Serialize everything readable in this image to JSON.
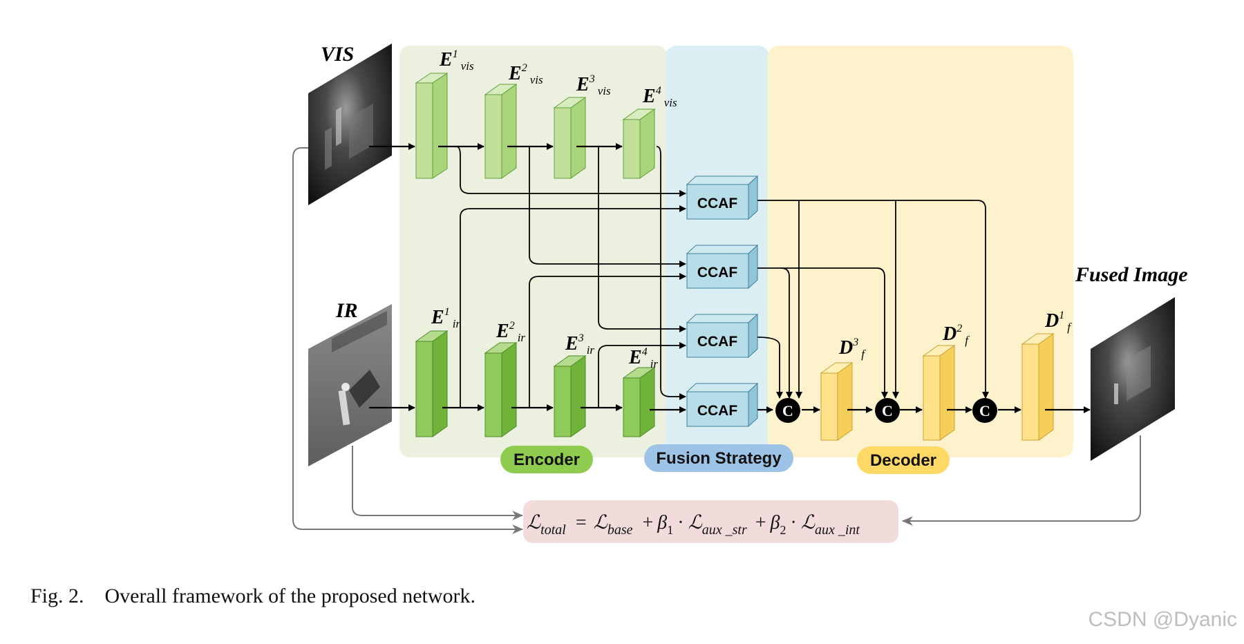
{
  "inputs": {
    "vis": "VIS",
    "ir": "IR",
    "fused": "Fused Image"
  },
  "encoder_labels": {
    "vis": [
      {
        "base": "E",
        "sup": "1",
        "sub": "vis"
      },
      {
        "base": "E",
        "sup": "2",
        "sub": "vis"
      },
      {
        "base": "E",
        "sup": "3",
        "sub": "vis"
      },
      {
        "base": "E",
        "sup": "4",
        "sub": "vis"
      }
    ],
    "ir": [
      {
        "base": "E",
        "sup": "1",
        "sub": "ir"
      },
      {
        "base": "E",
        "sup": "2",
        "sub": "ir"
      },
      {
        "base": "E",
        "sup": "3",
        "sub": "ir"
      },
      {
        "base": "E",
        "sup": "4",
        "sub": "ir"
      }
    ]
  },
  "decoder_labels": [
    {
      "base": "D",
      "sup": "3",
      "sub": "f"
    },
    {
      "base": "D",
      "sup": "2",
      "sub": "f"
    },
    {
      "base": "D",
      "sup": "1",
      "sub": "f"
    }
  ],
  "fusion_block_label": "CCAF",
  "concat_label": "C",
  "section_labels": {
    "encoder": "Encoder",
    "fusion": "Fusion Strategy",
    "decoder": "Decoder"
  },
  "loss": {
    "L": "ℒ",
    "total": "total",
    "eq": "=",
    "base": "base",
    "plus": "+",
    "beta": "β",
    "b1": "1",
    "b2": "2",
    "dot": "·",
    "str": "aux _str",
    "int": "aux _int"
  },
  "caption": "Fig. 2.    Overall framework of the proposed network.",
  "watermark": "CSDN @Dyanic",
  "colors": {
    "encoder_bg": "#ebf1de",
    "fusion_bg": "#dbeef4",
    "decoder_bg": "#fef2cc",
    "loss_bg": "#f2dcdb",
    "vis_block": "#c3e09a",
    "ir_block": "#8fcb5a",
    "ccaf": "#b7dde8",
    "decoder_block": "#ffe28a",
    "encoder_pill": "#8fcb4f",
    "fusion_pill": "#9dc3e6",
    "decoder_pill": "#ffd966"
  }
}
